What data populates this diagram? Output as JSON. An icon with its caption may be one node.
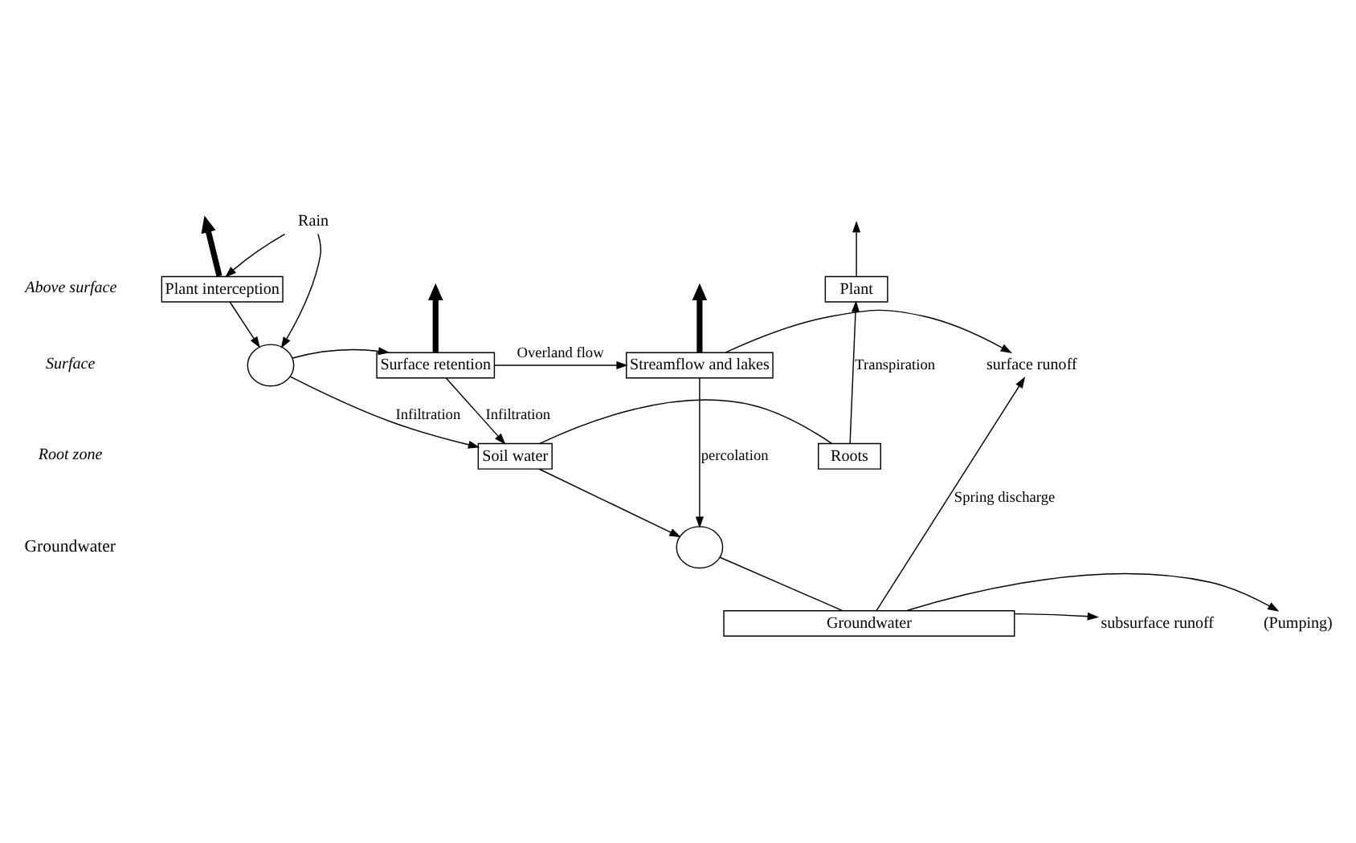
{
  "diagram": {
    "nodes": [
      {
        "text": [
          "Rain"
        ]
      },
      {
        "text": [
          "Plant"
        ]
      },
      {
        "text": [
          "Plant interception"
        ]
      },
      {
        "text": [],
        "shape": "circle"
      },
      {
        "text": [
          "Surface retention"
        ]
      },
      {
        "text": [
          "Streamflow and lakes"
        ]
      },
      {
        "text": [
          "surface runoff"
        ]
      },
      {
        "text": [
          "Roots"
        ]
      },
      {
        "text": [
          "Soil water"
        ]
      },
      {
        "text": [],
        "shape": "circle"
      },
      {
        "text": [
          "Groundwater"
        ]
      },
      {
        "text": [
          "(Pumping)"
        ]
      },
      {
        "text": [
          "subsurface runoff"
        ]
      }
    ],
    "edges": [
      {
        "from": 0,
        "to": 2,
        "arrow": "to"
      },
      {
        "from": 0,
        "to": 3,
        "arrow": "to"
      },
      {
        "from": 2,
        "to": 3,
        "arrow": "to"
      },
      {
        "from": 1,
        "to": null,
        "arrow": "to"
      },
      {
        "from": 2,
        "to": null,
        "arrow": "to",
        "style": "thick"
      },
      {
        "from": 7,
        "to": 1,
        "arrow": "to",
        "label": "Transpiration"
      },
      {
        "from": 7,
        "to": 8,
        "arrow": "none"
      },
      {
        "from": 3,
        "to": 8,
        "arrow": "to",
        "label": "Infiltration"
      },
      {
        "from": 3,
        "to": 4,
        "arrow": "to"
      },
      {
        "from": 4,
        "to": null,
        "arrow": "to",
        "style": "thick"
      },
      {
        "from": 4,
        "to": 5,
        "arrow": "to",
        "label": "Overland flow"
      },
      {
        "from": 4,
        "to": 8,
        "arrow": "to",
        "label": "Infiltration"
      },
      {
        "from": 5,
        "to": null,
        "arrow": "to",
        "style": "thick"
      },
      {
        "from": 5,
        "to": 6,
        "arrow": "to"
      },
      {
        "from": 5,
        "to": 9,
        "arrow": "to",
        "label": "percolation"
      },
      {
        "from": 8,
        "to": 9,
        "arrow": "to"
      },
      {
        "from": 9,
        "to": 10,
        "arrow": "none"
      },
      {
        "from": 10,
        "to": 11,
        "arrow": "to"
      },
      {
        "from": 10,
        "to": 12,
        "arrow": "to"
      },
      {
        "from": 10,
        "to": 6,
        "arrow": "to",
        "label": "Spring discharge"
      }
    ],
    "labels": [
      "Above surface",
      "Surface",
      "Root zone",
      "Groundwater"
    ]
  }
}
